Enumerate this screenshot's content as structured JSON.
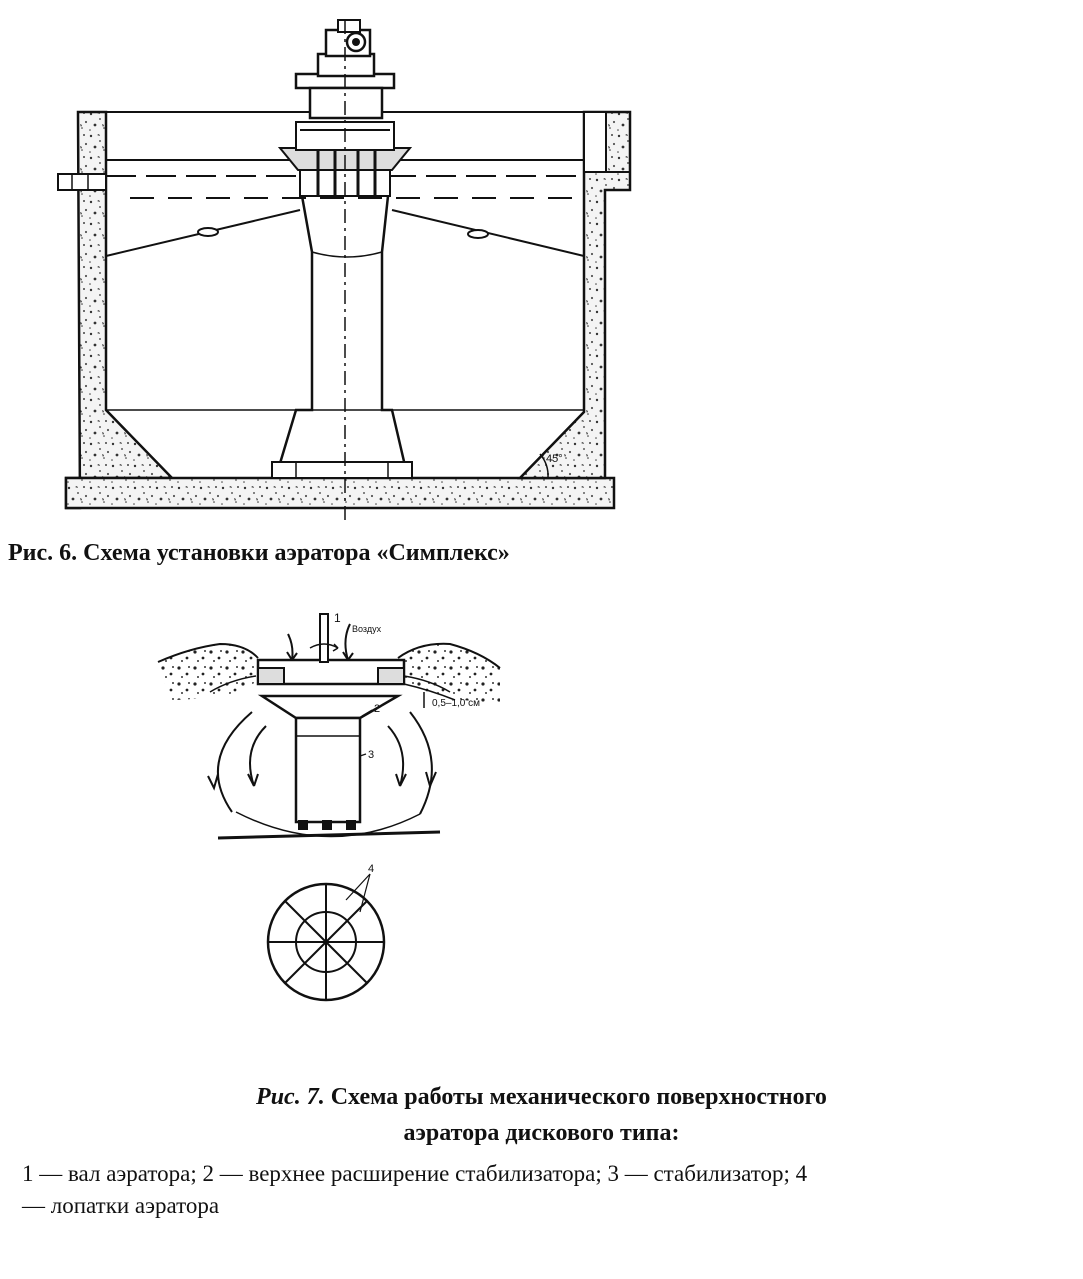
{
  "figure6": {
    "caption": "Рис. 6. Схема установки аэратора «Симплекс»",
    "angle_label": "45°"
  },
  "figure7": {
    "caption_prefix": "Рис. 7.",
    "caption_main": " Схема работы механического поверхностного",
    "caption_line2": "аэратора дискового типа:",
    "label_1": "1",
    "label_2": "2",
    "label_3": "3",
    "label_4": "4",
    "air_label": "Воздух",
    "gap_label": "0,5–1,0 см",
    "legend_line1": "1 — вал аэратора; 2 — верхнее расширение стабилизатора; 3 — стабилизатор; 4",
    "legend_line2": "— лопатки аэратора"
  }
}
